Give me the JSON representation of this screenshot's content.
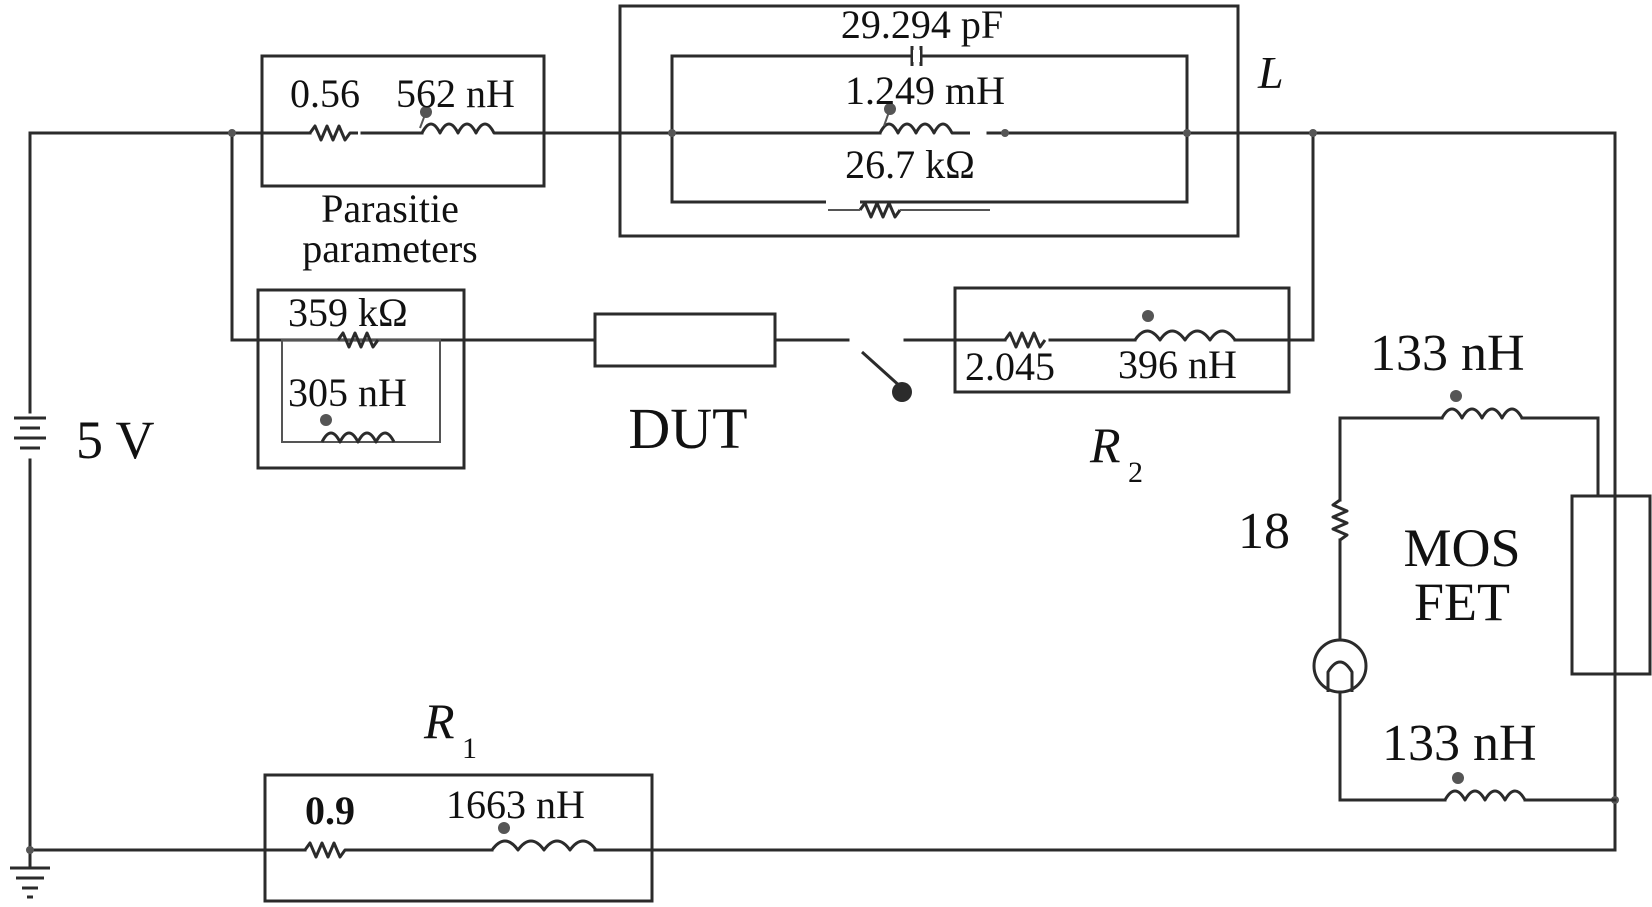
{
  "labels": {
    "cap_value": "29.294 pF",
    "L_inductance": "1.249 mH",
    "L_resistance": "26.7 kΩ",
    "L_name": "L",
    "parasitic_r": "0.56",
    "parasitic_l": "562 nH",
    "parasitic_title_1": "Parasitie",
    "parasitic_title_2": "parameters",
    "dut_r": "359 kΩ",
    "dut_l": "305 nH",
    "dut_label": "DUT",
    "r2_r": "2.045",
    "r2_l": "396 nH",
    "r2_name": "R",
    "r2_sub": "2",
    "mos_l_top": "133 nH",
    "mos_r": "18",
    "mos_label_1": "MOS",
    "mos_label_2": "FET",
    "mos_l_bottom": "133 nH",
    "battery": "5 V",
    "r1_name": "R",
    "r1_sub": "1",
    "r1_r": "0.9",
    "r1_l": "1663 nH"
  }
}
